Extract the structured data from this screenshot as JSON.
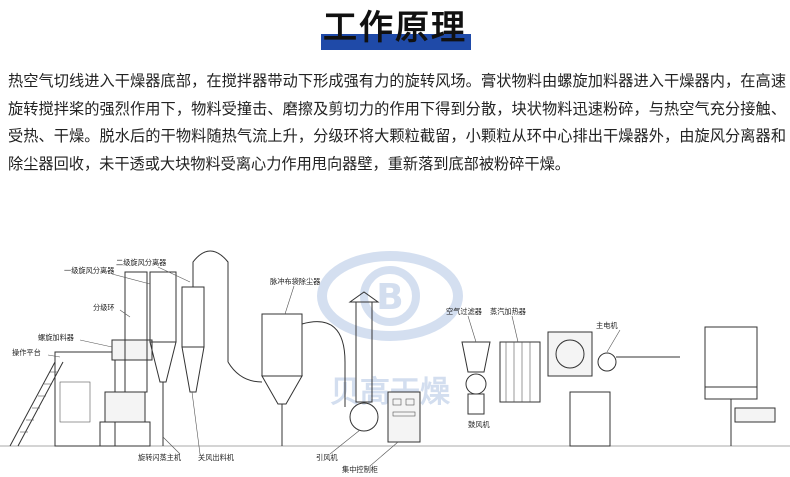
{
  "header": {
    "title": "工作原理"
  },
  "description": "热空气切线进入干燥器底部，在搅拌器带动下形成强有力的旋转风场。膏状物料由螺旋加料器进入干燥器内，在高速旋转搅拌桨的强烈作用下，物料受撞击、磨擦及剪切力的作用下得到分散，块状物料迅速粉碎，与热空气充分接触、受热、干燥。脱水后的干物料随热气流上升，分级环将大颗粒截留，小颗粒从环中心排出干燥器外，由旋风分离器和除尘器回收，未干透或大块物料受离心力作用甩向器壁，重新落到底部被粉碎干燥。",
  "diagram": {
    "watermark": "贝高干燥",
    "watermark_logo_letter": "B",
    "labels": {
      "secondary_cyclone": "二级旋风分离器",
      "primary_cyclone": "一级旋风分离器",
      "classifier_ring": "分级环",
      "screw_feeder": "螺旋加料器",
      "platform": "操作平台",
      "pulse_filter": "脉冲布袋除尘器",
      "air_filter": "空气过滤器",
      "steam_heater": "蒸汽加热器",
      "motor": "主电机",
      "blower": "鼓风机",
      "flash_dryer": "旋转闪蒸主机",
      "discharge_valve": "关风出料机",
      "induced_fan": "引风机",
      "control_cabinet": "集中控制柜"
    },
    "colors": {
      "accent": "#1f4aa8",
      "watermark": "#9fb8dd",
      "line": "#333333"
    }
  }
}
